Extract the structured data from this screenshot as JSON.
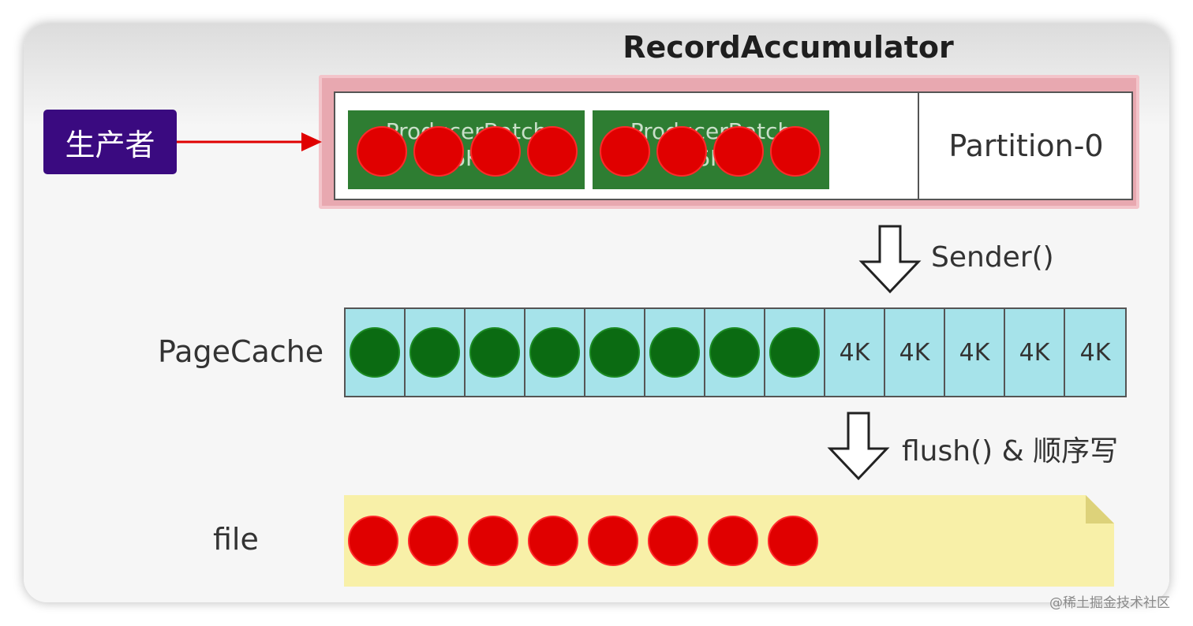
{
  "title": "RecordAccumulator",
  "producer_label": "生产者",
  "partition_label": "Partition-0",
  "batches": [
    {
      "label": "ProducerBatch\n(16KB)",
      "record_count": 4
    },
    {
      "label": "ProducerBatch\n(16KB)",
      "record_count": 4
    }
  ],
  "sender_label": "Sender()",
  "pagecache": {
    "label": "PageCache",
    "cells": [
      "",
      "",
      "",
      "",
      "",
      "",
      "",
      "",
      "4K",
      "4K",
      "4K",
      "4K",
      "4K"
    ],
    "filled_count": 8
  },
  "flush_label": "flush() & 顺序写",
  "file": {
    "label": "file",
    "record_count": 8
  },
  "watermark": "@稀土掘金技术社区",
  "colors": {
    "producer_bg": "#3a0a80",
    "accumulator_bg": "#e8a8b0",
    "batch_bg": "#2e7d32",
    "record_red": "#e00000",
    "page_green": "#0b6b12",
    "pagecache_bg": "#a6e3ea",
    "file_bg": "#f8f0a8",
    "arrow_red": "#e00000"
  }
}
